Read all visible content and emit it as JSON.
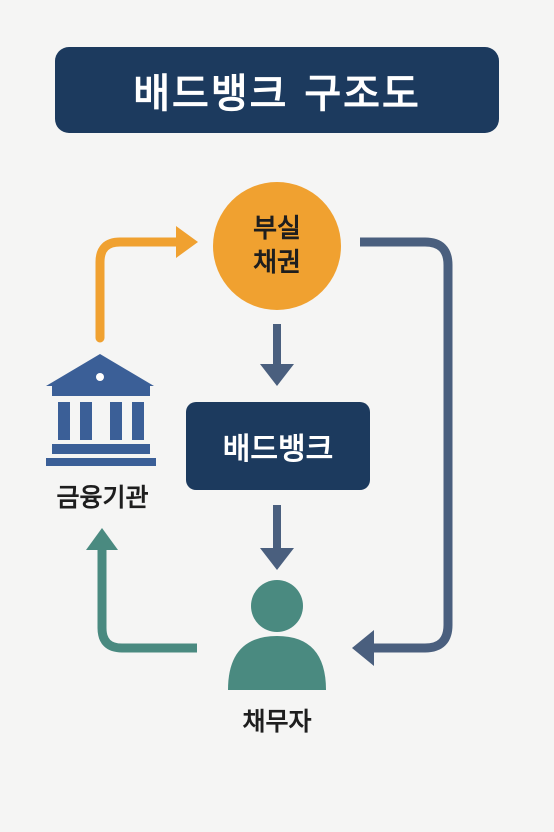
{
  "title": "배드뱅크 구조도",
  "nodes": {
    "bad_debt": {
      "label": "부실\n채권",
      "color": "#f0a130"
    },
    "bad_bank": {
      "label": "배드뱅크",
      "color": "#1c3a5e"
    },
    "financial_institution": {
      "label": "금융기관",
      "icon": "bank-icon",
      "color": "#3b5f97"
    },
    "debtor": {
      "label": "채무자",
      "icon": "person-icon",
      "color": "#4a8a80"
    }
  },
  "colors": {
    "title_bg": "#1c3a5e",
    "arrow_orange": "#f0a130",
    "arrow_slate": "#4a5f7e",
    "arrow_teal": "#4a8a80"
  },
  "edges": [
    {
      "from": "financial_institution",
      "to": "bad_debt"
    },
    {
      "from": "bad_debt",
      "to": "bad_bank"
    },
    {
      "from": "bad_bank",
      "to": "debtor"
    },
    {
      "from": "bad_debt",
      "to": "debtor"
    },
    {
      "from": "debtor",
      "to": "financial_institution"
    }
  ]
}
